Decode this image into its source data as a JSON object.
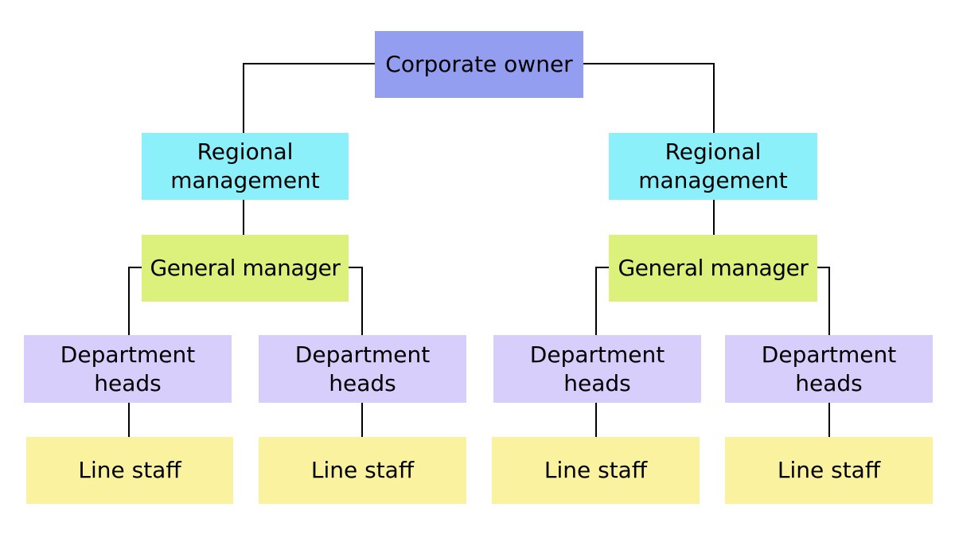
{
  "org_chart": {
    "nodes": {
      "owner": "Corporate owner",
      "regional_left": "Regional\nmanagement",
      "regional_right": "Regional\nmanagement",
      "general_left": "General manager",
      "general_right": "General manager",
      "department_1": "Department\nheads",
      "department_2": "Department\nheads",
      "department_3": "Department\nheads",
      "department_4": "Department\nheads",
      "staff_1": "Line staff",
      "staff_2": "Line staff",
      "staff_3": "Line staff",
      "staff_4": "Line staff"
    },
    "colors": {
      "owner": "#949ef1",
      "regional": "#8cf0fb",
      "general": "#dcf07c",
      "department": "#d8cefb",
      "staff": "#faf29f",
      "connector": "#000000"
    }
  }
}
